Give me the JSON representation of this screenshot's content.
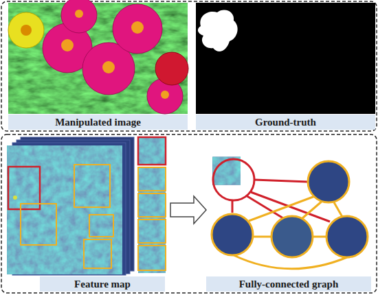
{
  "diagram": {
    "nodes": [
      {
        "text": [
          "Manipulated image"
        ]
      },
      {
        "text": [
          "Ground-truth"
        ]
      },
      {
        "text": [
          "Feature map"
        ]
      },
      {
        "text": [
          "Fully-connected graph"
        ]
      }
    ]
  }
}
